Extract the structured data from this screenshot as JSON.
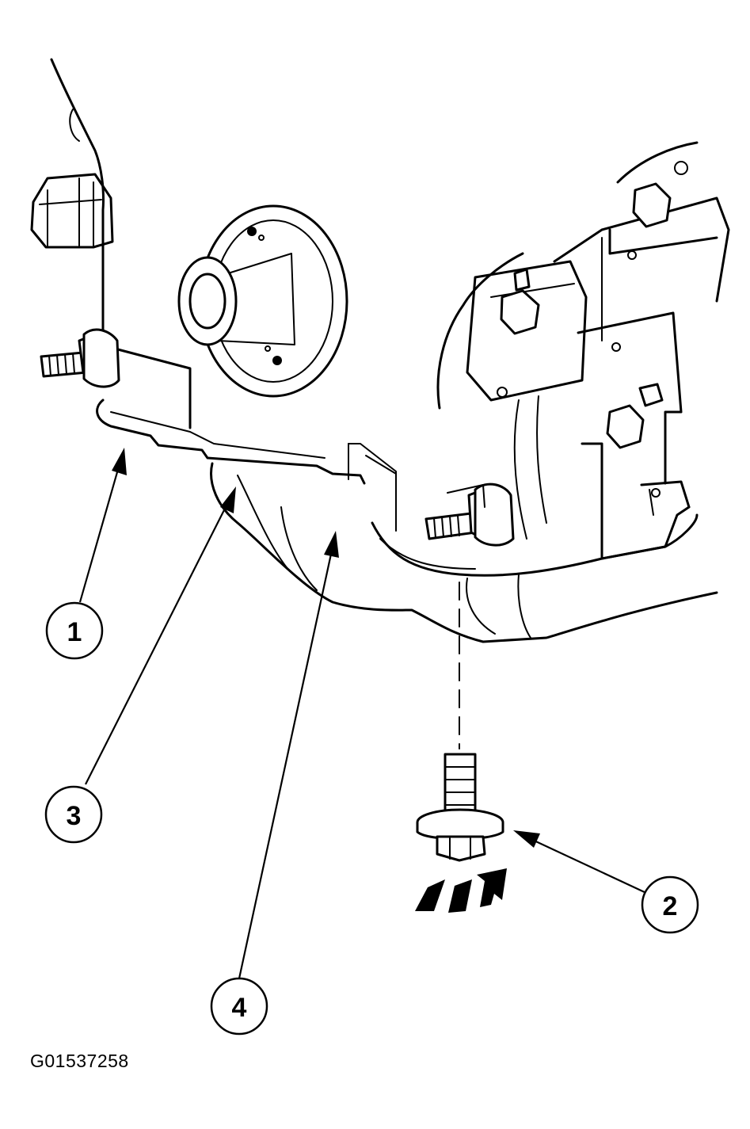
{
  "callouts": [
    {
      "id": "c1",
      "label": "1"
    },
    {
      "id": "c2",
      "label": "2"
    },
    {
      "id": "c3",
      "label": "3"
    },
    {
      "id": "c4",
      "label": "4"
    }
  ],
  "figure_code": "G01537258"
}
